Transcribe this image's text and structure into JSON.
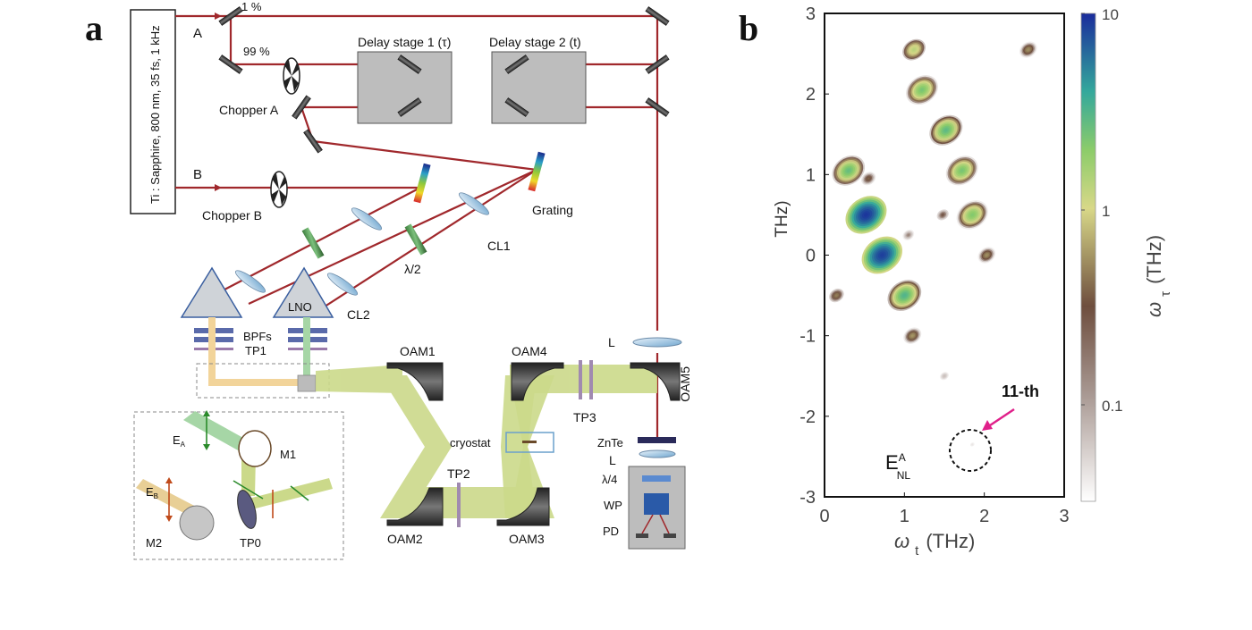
{
  "panel_a": {
    "panel_label": "a",
    "laser": "Ti : Sapphire, 800 nm, 35 fs, 1 kHz",
    "beam_a": "A",
    "beam_b": "B",
    "split_1": "1 %",
    "split_99": "99 %",
    "delay_stage_1": "Delay stage 1 (τ)",
    "delay_stage_2": "Delay stage 2 (t)",
    "chopper_a": "Chopper A",
    "chopper_b": "Chopper B",
    "grating": "Grating",
    "cl1": "CL1",
    "cl2": "CL2",
    "half_wave": "λ/2",
    "lno": "LNO",
    "bpfs": "BPFs",
    "tp1": "TP1",
    "oam1": "OAM1",
    "oam2": "OAM2",
    "oam3": "OAM3",
    "oam4": "OAM4",
    "oam5": "OAM5",
    "tp2": "TP2",
    "tp3": "TP3",
    "cryostat": "cryostat",
    "lens_l": "L",
    "lens_l2": "L",
    "znte": "ZnTe",
    "quarter_wave": "λ/4",
    "wp": "WP",
    "pd": "PD",
    "inset": {
      "ea": "E",
      "ea_sub": "A",
      "eb": "E",
      "eb_sub": "B",
      "m1": "M1",
      "m2": "M2",
      "tp0": "TP0"
    },
    "colors": {
      "beam": "#a0282c",
      "thz": "#c9d98a",
      "mirror": "#444444"
    }
  },
  "panel_b": {
    "panel_label": "b",
    "annotation_order": "11-th",
    "annotation_e": "E",
    "annotation_e_sup": "A",
    "annotation_e_sub": "NL",
    "annotation_color": "#e0208a",
    "colorbar": {
      "ticks": [
        "10",
        "1",
        "0.1"
      ],
      "label_main": "ω",
      "label_sub": "τ",
      "label_unit": "(THz)",
      "scale": "log"
    }
  },
  "chart_data": {
    "type": "heatmap",
    "xlabel_main": "ω",
    "xlabel_sub": "t",
    "xlabel_unit": "(THz)",
    "ylabel": "THz)",
    "xlim": [
      0,
      3
    ],
    "ylim": [
      -3,
      3
    ],
    "xticks": [
      "0",
      "1",
      "2",
      "3"
    ],
    "yticks": [
      "3",
      "2",
      "1",
      "0",
      "-1",
      "-2",
      "-3"
    ],
    "peaks": [
      {
        "x": 0.52,
        "y": 0.5,
        "amp": 9
      },
      {
        "x": 0.72,
        "y": 0.0,
        "amp": 8
      },
      {
        "x": 0.3,
        "y": 1.05,
        "amp": 1.2
      },
      {
        "x": 1.0,
        "y": -0.5,
        "amp": 1.5
      },
      {
        "x": 1.22,
        "y": 2.05,
        "amp": 1.0
      },
      {
        "x": 1.52,
        "y": 1.55,
        "amp": 1.3
      },
      {
        "x": 1.72,
        "y": 1.05,
        "amp": 1.0
      },
      {
        "x": 1.85,
        "y": 0.5,
        "amp": 0.9
      },
      {
        "x": 1.12,
        "y": 2.55,
        "amp": 0.45
      },
      {
        "x": 1.1,
        "y": -1.0,
        "amp": 0.18
      },
      {
        "x": 2.03,
        "y": 0.0,
        "amp": 0.17
      },
      {
        "x": 2.55,
        "y": 2.55,
        "amp": 0.17
      },
      {
        "x": 0.15,
        "y": -0.5,
        "amp": 0.15
      },
      {
        "x": 0.55,
        "y": 0.95,
        "amp": 0.12
      },
      {
        "x": 1.48,
        "y": 0.5,
        "amp": 0.1
      },
      {
        "x": 1.05,
        "y": 0.25,
        "amp": 0.08
      },
      {
        "x": 1.5,
        "y": -1.5,
        "amp": 0.06
      },
      {
        "x": 1.85,
        "y": -2.35,
        "amp": 0.04
      }
    ]
  }
}
